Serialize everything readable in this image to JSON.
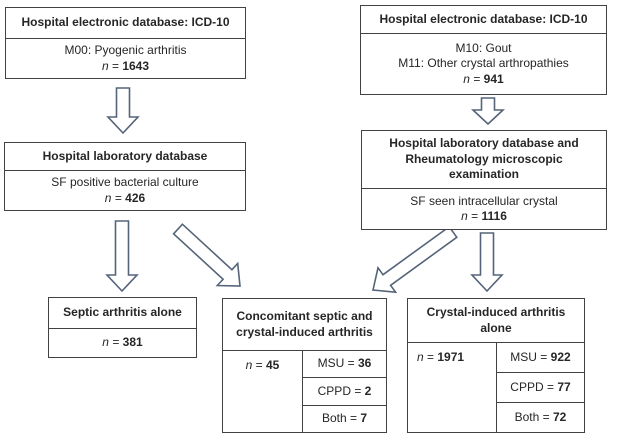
{
  "flowchart": {
    "n_label": "n",
    "eq": " = ",
    "border_color": "#424242",
    "arrow_outline_color": "#55647a",
    "boxes": {
      "icd_septic": {
        "header": "Hospital electronic database: ICD-10",
        "lines": [
          "M00: Pyogenic arthritis"
        ],
        "n_value": "1643"
      },
      "icd_crystal": {
        "header": "Hospital electronic database: ICD-10",
        "lines": [
          "M10: Gout",
          "M11: Other crystal arthropathies"
        ],
        "n_value": "941"
      },
      "lab_septic": {
        "header": "Hospital laboratory database",
        "lines": [
          "SF positive bacterial culture"
        ],
        "n_value": "426"
      },
      "lab_crystal": {
        "header_lines": [
          "Hospital laboratory database and",
          "Rheumatology microscopic",
          "examination"
        ],
        "lines": [
          "SF seen intracellular crystal"
        ],
        "n_value": "1116"
      },
      "septic_alone": {
        "header": "Septic arthritis alone",
        "n_value": "381"
      },
      "concomitant": {
        "header_lines": [
          "Concomitant septic and",
          "crystal-induced arthritis"
        ],
        "n_value": "45",
        "stats": [
          {
            "label": "MSU",
            "value": "36"
          },
          {
            "label": "CPPD",
            "value": "2"
          },
          {
            "label": "Both",
            "value": "7"
          }
        ]
      },
      "crystal_alone": {
        "header_lines": [
          "Crystal-induced arthritis",
          "alone"
        ],
        "n_value": "1971",
        "stats": [
          {
            "label": "MSU",
            "value": "922"
          },
          {
            "label": "CPPD",
            "value": "77"
          },
          {
            "label": "Both",
            "value": "72"
          }
        ]
      }
    }
  }
}
